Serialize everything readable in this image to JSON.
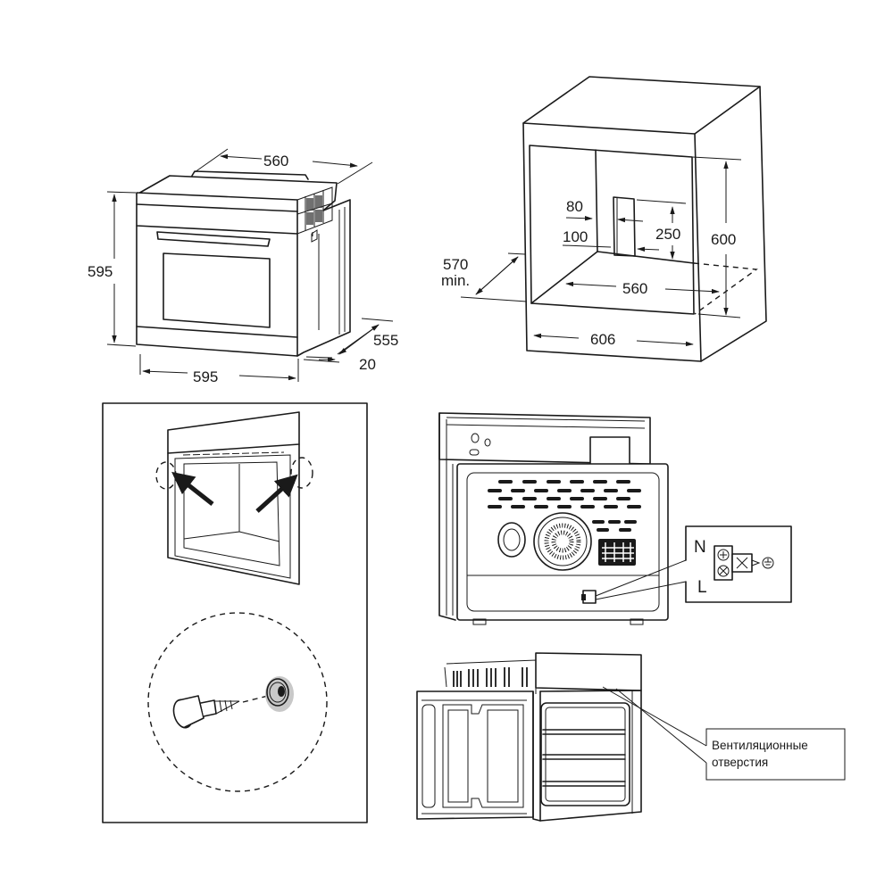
{
  "oven_dimensions": {
    "depth_top": "560",
    "height": "595",
    "width": "595",
    "body_depth": "555",
    "front_offset": "20"
  },
  "niche_dimensions": {
    "vent_offset": "80",
    "vent_bottom": "100",
    "vent_height": "250",
    "niche_height": "600",
    "niche_depth_line1": "570",
    "niche_depth_line2": "min.",
    "niche_width": "560",
    "cabinet_width": "606"
  },
  "wiring": {
    "neutral": "N",
    "live": "L",
    "earth_symbol": "ground-icon"
  },
  "ventilation": {
    "label_line1": "Вентиляционные",
    "label_line2": "отверстия"
  },
  "colors": {
    "line": "#1a1a1a",
    "background": "#ffffff",
    "washer_shade": "#c8c8c8"
  }
}
